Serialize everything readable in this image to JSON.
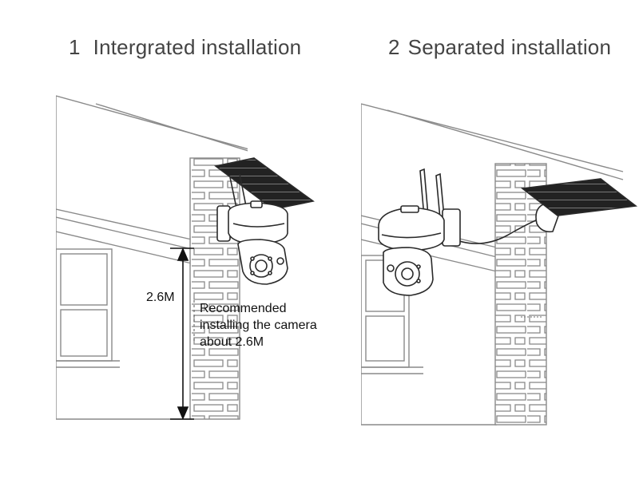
{
  "panels": [
    {
      "number": "1",
      "title": "Intergrated installation"
    },
    {
      "number": "2",
      "title": "Separated installation"
    }
  ],
  "height_label": "2.6M",
  "recommendation": [
    "Recommended",
    "installing the camera",
    "about 2.6M"
  ],
  "colors": {
    "line": "#8a8a8a",
    "dark": "#2a2a2a",
    "text": "#111111"
  }
}
